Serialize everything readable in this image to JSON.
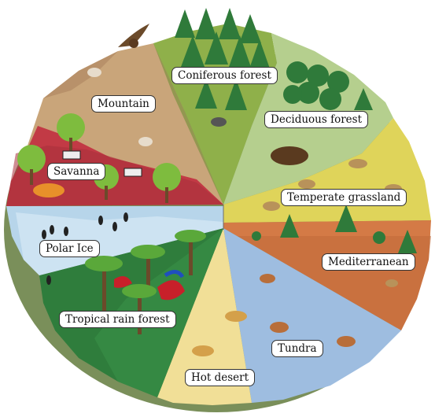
{
  "diagram": {
    "labels": {
      "coniferous_forest": "Coniferous forest",
      "mountain": "Mountain",
      "deciduous_forest": "Deciduous forest",
      "savanna": "Savanna",
      "temperate_grassland": "Temperate grassland",
      "polar_ice": "Polar Ice",
      "mediterranean": "Mediterranean",
      "tropical_rain_forest": "Tropical rain forest",
      "tundra": "Tundra",
      "hot_desert": "Hot desert"
    },
    "biome_colors": {
      "coniferous_forest": "#8fb04a",
      "mountain": "#c9a57a",
      "deciduous_forest": "#b5cf8e",
      "savanna": "#c23a45",
      "temperate_grassland": "#dfd45a",
      "polar_ice": "#b7d5ea",
      "mediterranean": "#d47a46",
      "tropical_rain_forest": "#2f7d3c",
      "tundra": "#9ebde0",
      "hot_desert": "#f1df97"
    }
  }
}
